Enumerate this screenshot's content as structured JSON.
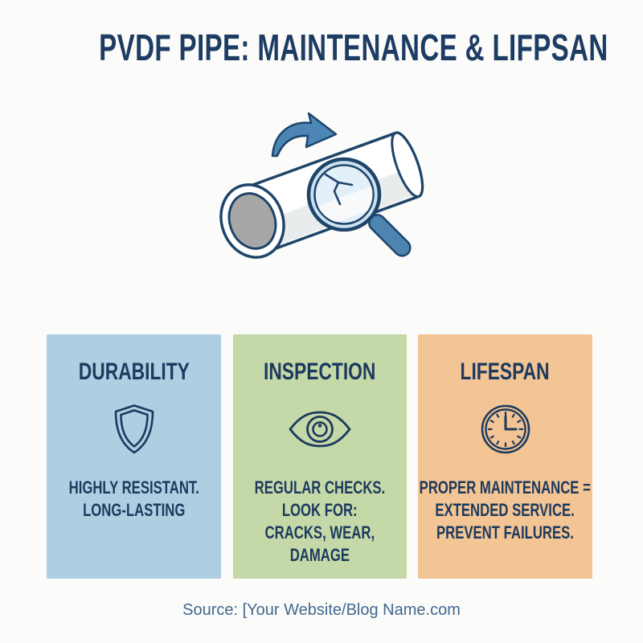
{
  "page": {
    "title": "PVDF PIPE: MAINTENANCE & LIFPSAN",
    "source": "Source: [Your Website/Blog Name.com",
    "background": "#fbfbf9"
  },
  "colors": {
    "title_text": "#1d3c64",
    "card_text": "#1c3a5e",
    "source_text": "#42688e",
    "outline_navy": "#1e4469",
    "arrow_fill": "#4c86b5",
    "magnifier_rim_fill": "#cbe1f1",
    "magnifier_lens_fill": "#e3f0fa",
    "handle_fill": "#4d84b0",
    "pipe_opening_gray": "#a7a7a7",
    "pipe_shading": "#e9eced"
  },
  "illustration": {
    "name": "pipe-inspection-illustration",
    "elements": [
      "pvdf-pipe",
      "rotation-arrow-icon",
      "magnifying-glass-icon",
      "crack-mark"
    ]
  },
  "cards": [
    {
      "title": "DURABILITY",
      "icon": "shield-icon",
      "color": "#aecfe2",
      "lines": [
        "HIGHLY RESISTANT.",
        "LONG-LASTING"
      ]
    },
    {
      "title": "INSPECTION",
      "icon": "eye-icon",
      "color": "#c5d8a8",
      "lines": [
        "REGULAR CHECKS.",
        "LOOK FOR:",
        "CRACKS, WEAR,",
        "DAMAGE"
      ]
    },
    {
      "title": "LIFESPAN",
      "icon": "clock-icon",
      "color": "#f3c494",
      "lines": [
        "PROPER MAINTENANCE =",
        "EXTENDED SERVICE.",
        "PREVENT FAILURES."
      ]
    }
  ]
}
